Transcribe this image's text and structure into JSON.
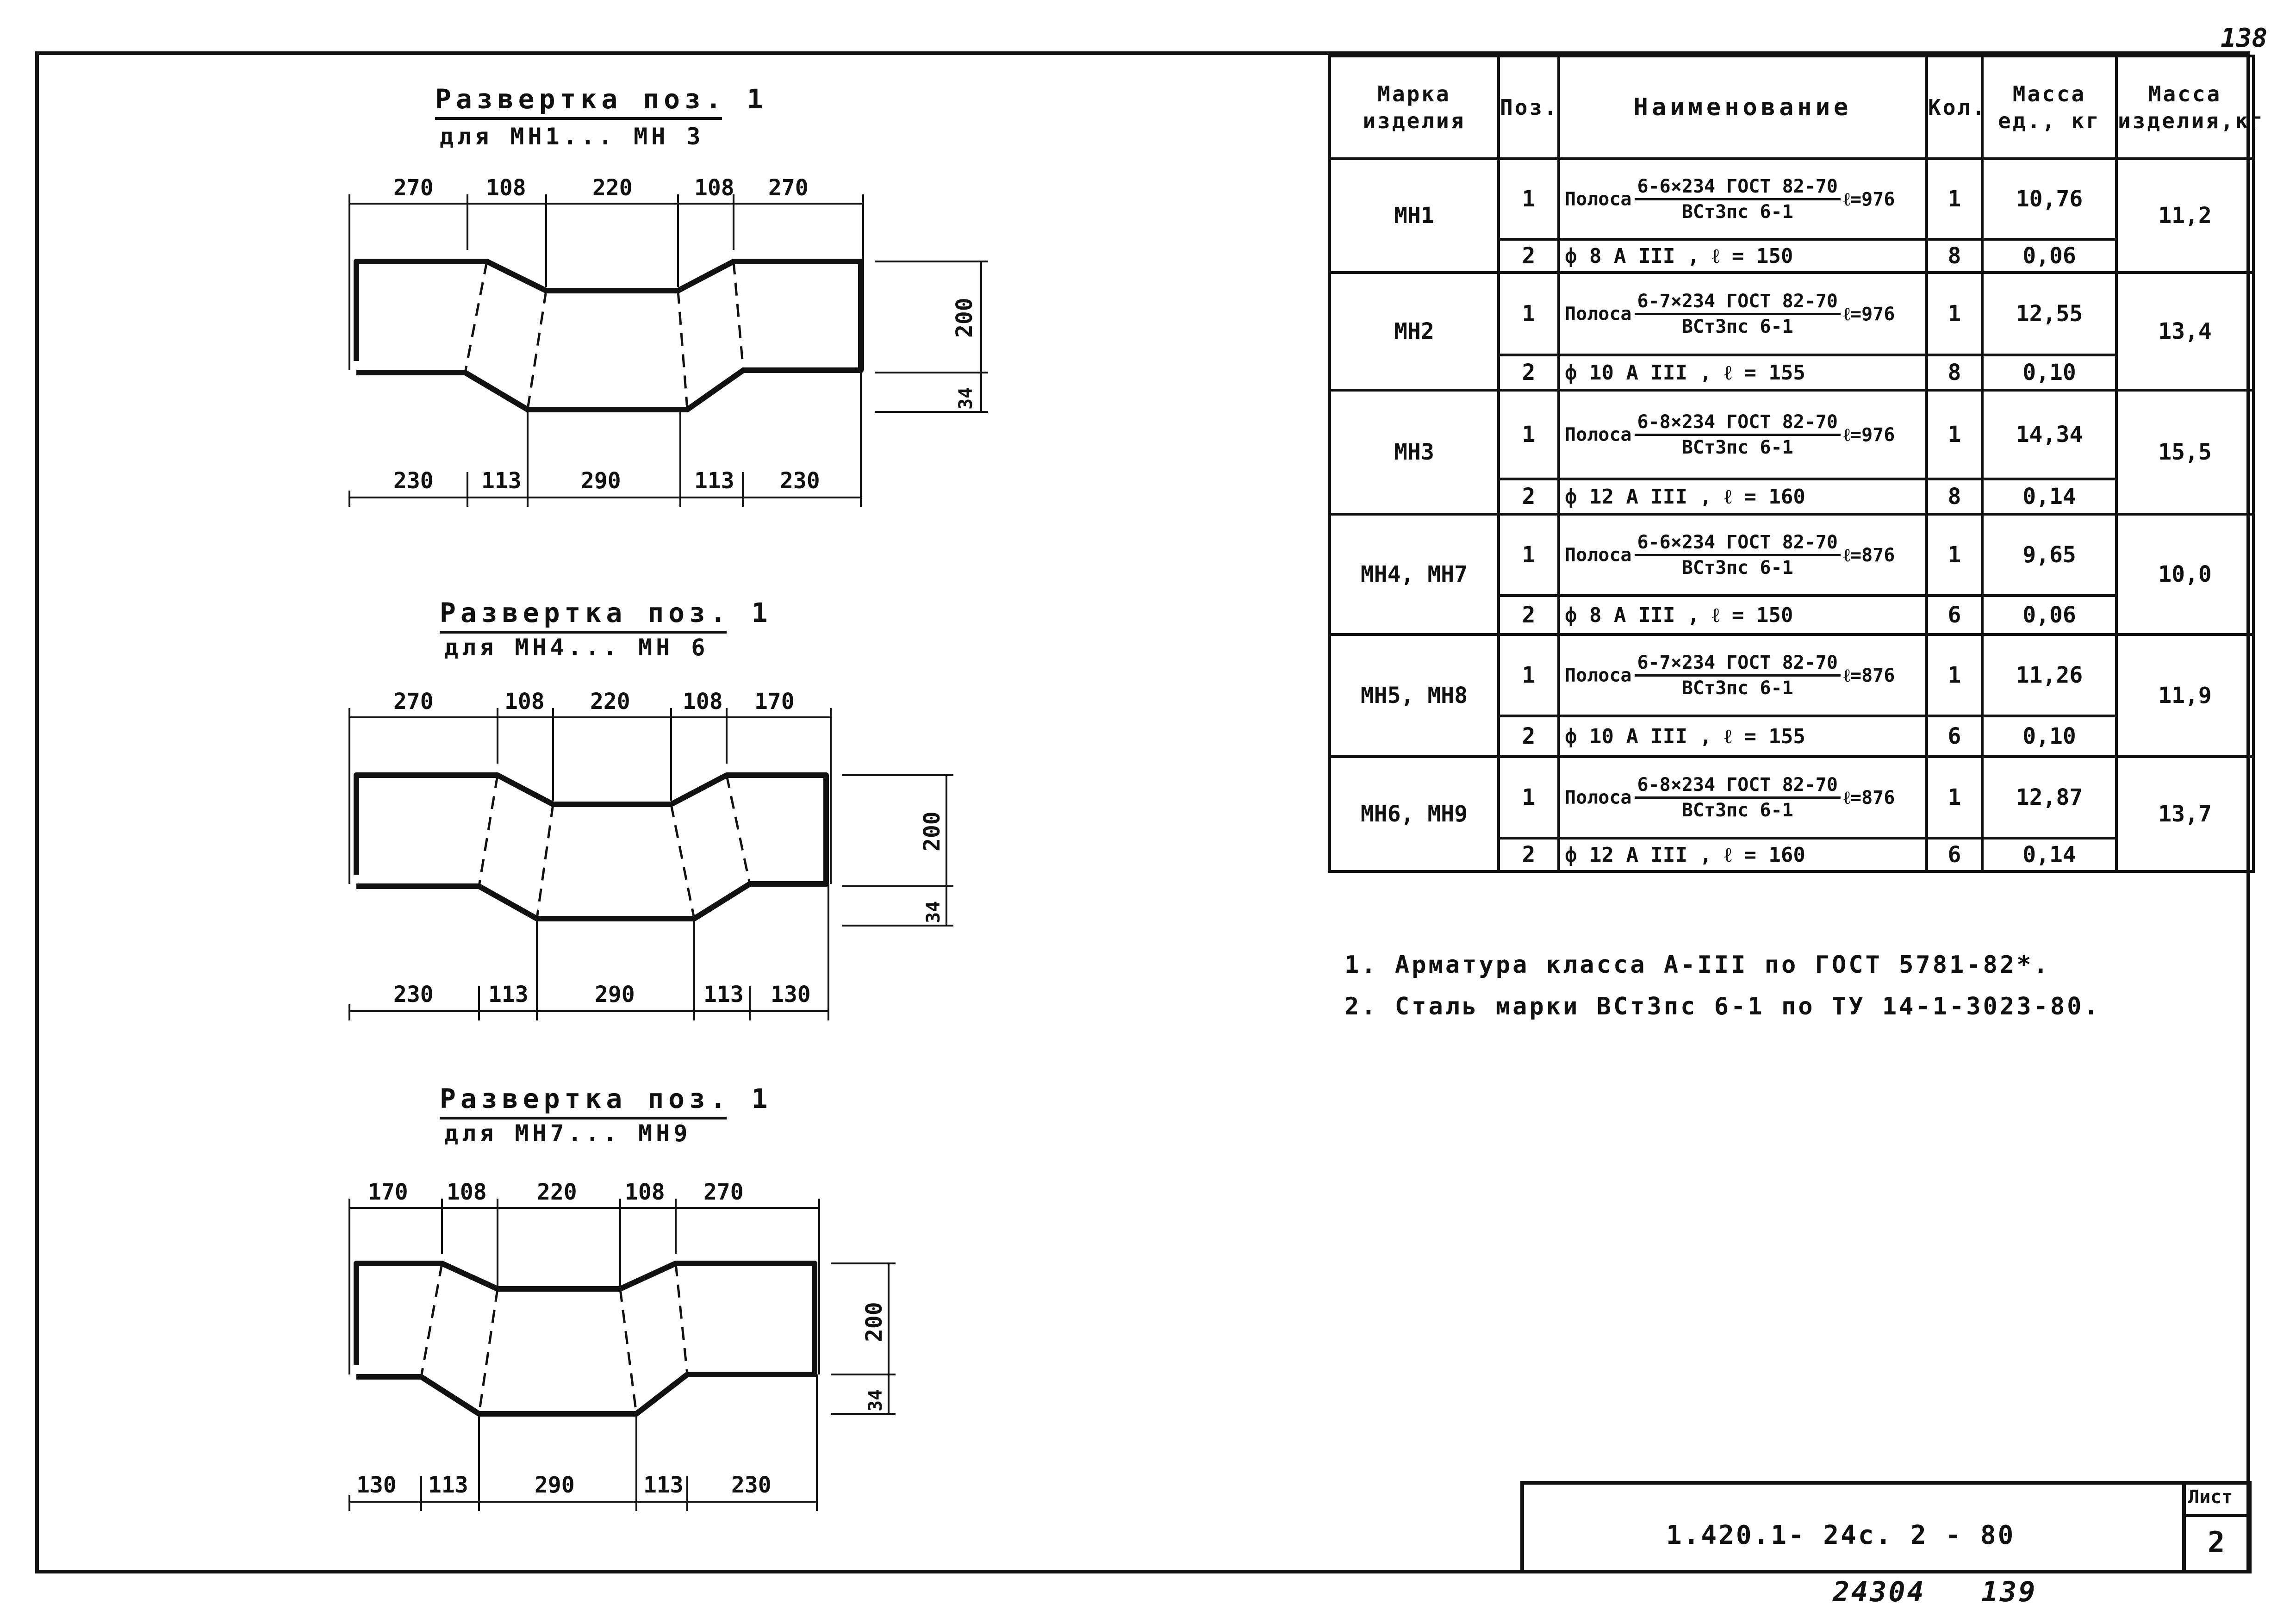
{
  "sheet_number": "138",
  "drawings": [
    {
      "title": "Развертка поз. 1",
      "subtitle": "для МН1... МН 3",
      "top_dims": [
        "270",
        "108",
        "220",
        "108",
        "270"
      ],
      "bottom_dims": [
        "230",
        "113",
        "290",
        "113",
        "230"
      ],
      "height_dim": "200",
      "offset_dim": "34"
    },
    {
      "title": "Развертка поз. 1",
      "subtitle": "для МН4... МН 6",
      "top_dims": [
        "270",
        "108",
        "220",
        "108",
        "170"
      ],
      "bottom_dims": [
        "230",
        "113",
        "290",
        "113",
        "130"
      ],
      "height_dim": "200",
      "offset_dim": "34"
    },
    {
      "title": "Развертка поз. 1",
      "subtitle": "для МН7... МН9",
      "top_dims": [
        "170",
        "108",
        "220",
        "108",
        "270"
      ],
      "bottom_dims": [
        "130",
        "113",
        "290",
        "113",
        "230"
      ],
      "height_dim": "200",
      "offset_dim": "34"
    }
  ],
  "spec_table": {
    "headers": {
      "mark": "Марка изделия",
      "pos": "Поз.",
      "name": "Наименование",
      "qty": "Кол.",
      "unit_mass": "Масса ед., кг",
      "item_mass": "Масса изделия,кг"
    },
    "groups": [
      {
        "mark": "МН1",
        "item_mass": "11,2",
        "rows": [
          {
            "pos": "1",
            "label": "Полоса",
            "num": "6-6×234 ГОСТ 82-70",
            "den": "ВСт3пс 6-1",
            "len": "ℓ=976",
            "qty": "1",
            "unit_mass": "10,76"
          },
          {
            "pos": "2",
            "text": "ф 8 А III , ℓ = 150",
            "qty": "8",
            "unit_mass": "0,06"
          }
        ]
      },
      {
        "mark": "МН2",
        "item_mass": "13,4",
        "rows": [
          {
            "pos": "1",
            "label": "Полоса",
            "num": "6-7×234 ГОСТ 82-70",
            "den": "ВСт3пс 6-1",
            "len": "ℓ=976",
            "qty": "1",
            "unit_mass": "12,55"
          },
          {
            "pos": "2",
            "text": "ф 10 А III , ℓ = 155",
            "qty": "8",
            "unit_mass": "0,10"
          }
        ]
      },
      {
        "mark": "МН3",
        "item_mass": "15,5",
        "rows": [
          {
            "pos": "1",
            "label": "Полоса",
            "num": "6-8×234 ГОСТ 82-70",
            "den": "ВСт3пс 6-1",
            "len": "ℓ=976",
            "qty": "1",
            "unit_mass": "14,34"
          },
          {
            "pos": "2",
            "text": "ф 12 А III , ℓ = 160",
            "qty": "8",
            "unit_mass": "0,14"
          }
        ]
      },
      {
        "mark": "МН4, МН7",
        "item_mass": "10,0",
        "rows": [
          {
            "pos": "1",
            "label": "Полоса",
            "num": "6-6×234 ГОСТ 82-70",
            "den": "ВСт3пс 6-1",
            "len": "ℓ=876",
            "qty": "1",
            "unit_mass": "9,65"
          },
          {
            "pos": "2",
            "text": "ф 8 А III , ℓ = 150",
            "qty": "6",
            "unit_mass": "0,06"
          }
        ]
      },
      {
        "mark": "МН5, МН8",
        "item_mass": "11,9",
        "rows": [
          {
            "pos": "1",
            "label": "Полоса",
            "num": "6-7×234 ГОСТ 82-70",
            "den": "ВСт3пс 6-1",
            "len": "ℓ=876",
            "qty": "1",
            "unit_mass": "11,26"
          },
          {
            "pos": "2",
            "text": "ф 10 А III , ℓ = 155",
            "qty": "6",
            "unit_mass": "0,10"
          }
        ]
      },
      {
        "mark": "МН6, МН9",
        "item_mass": "13,7",
        "rows": [
          {
            "pos": "1",
            "label": "Полоса",
            "num": "6-8×234 ГОСТ 82-70",
            "den": "ВСт3пс 6-1",
            "len": "ℓ=876",
            "qty": "1",
            "unit_mass": "12,87"
          },
          {
            "pos": "2",
            "text": "ф 12 А III , ℓ = 160",
            "qty": "6",
            "unit_mass": "0,14"
          }
        ]
      }
    ]
  },
  "notes": [
    "1. Арматура класса А-III по ГОСТ 5781-82*.",
    "2. Сталь марки ВСт3пс 6-1 по ТУ 14-1-3023-80."
  ],
  "stamp": {
    "code": "1.420.1- 24с. 2 - 80",
    "sheet_label": "Лист",
    "sheet_value": "2"
  },
  "footer": "24304   139"
}
